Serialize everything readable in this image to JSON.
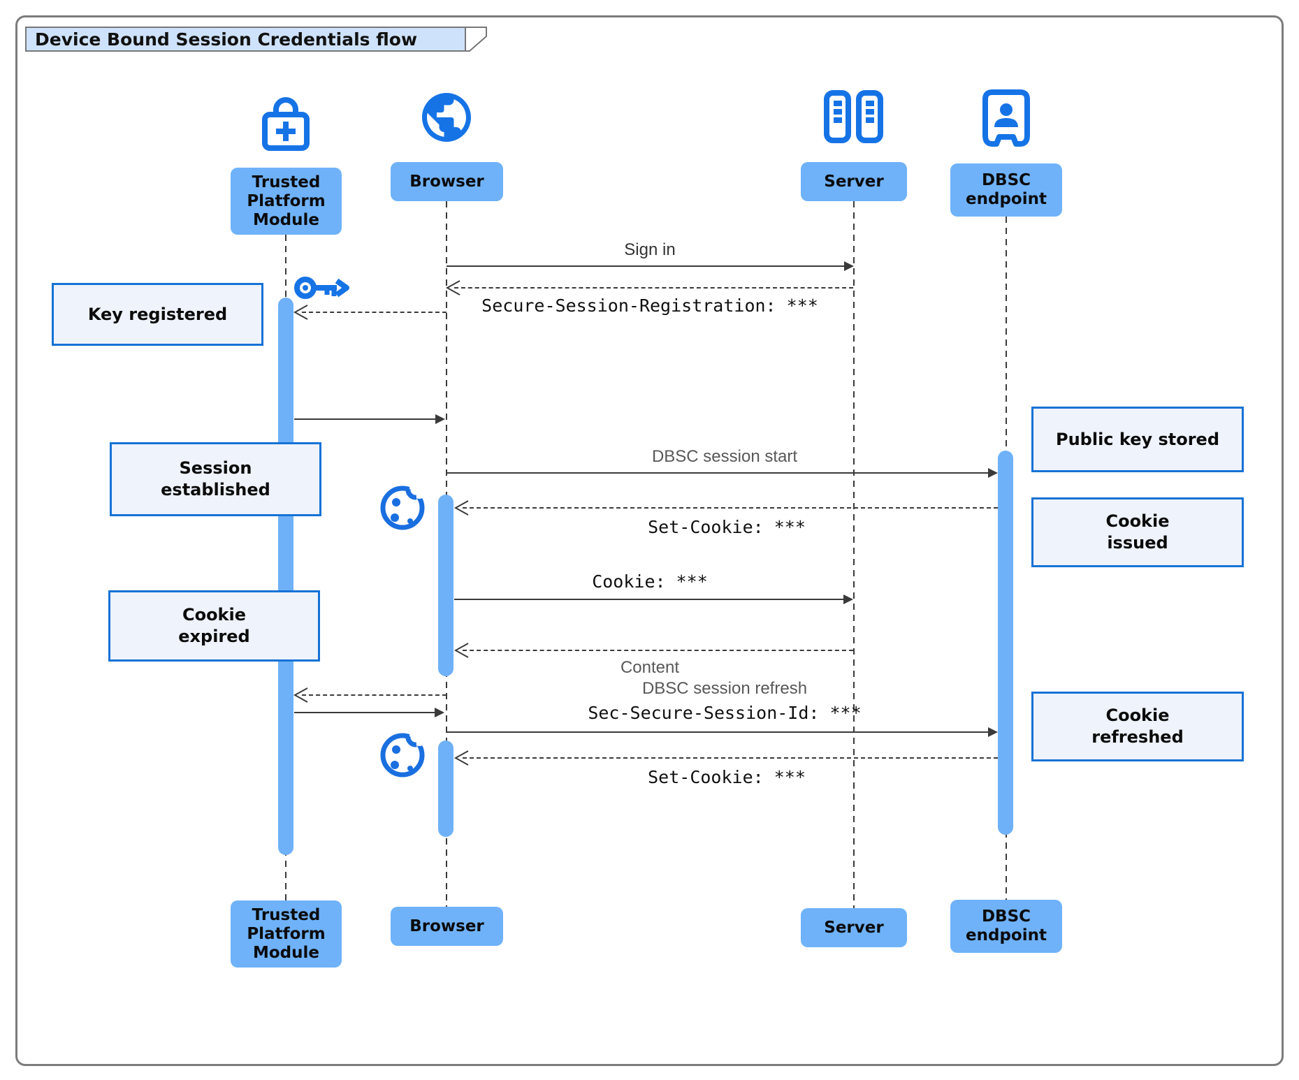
{
  "title": "Device Bound Session Credentials flow",
  "actors": {
    "tpm": "Trusted\nPlatform\nModule",
    "browser": "Browser",
    "server": "Server",
    "dbsc": "DBSC\nendpoint"
  },
  "messages": {
    "sign_in": "Sign in",
    "secure_session_registration": "Secure-Session-Registration: ***",
    "dbsc_session_start": "DBSC session start",
    "set_cookie_1": "Set-Cookie: ***",
    "cookie": "Cookie: ***",
    "content": "Content",
    "dbsc_session_refresh": "DBSC session refresh",
    "sec_secure_session_id": "Sec-Secure-Session-Id: ***",
    "set_cookie_2": "Set-Cookie: ***"
  },
  "notes": {
    "key_registered": "Key registered",
    "session_established": "Session\nestablished",
    "cookie_expired": "Cookie\nexpired",
    "public_key_stored": "Public key stored",
    "cookie_issued": "Cookie\nissued",
    "cookie_refreshed": "Cookie\nrefreshed"
  },
  "icons": {
    "tpm": "lock-plus-icon",
    "browser": "globe-icon",
    "server": "server-rack-icon",
    "dbsc": "door-person-icon",
    "key": "key-icon",
    "cookie": "cookie-icon"
  },
  "colors": {
    "icon_blue": "#1673e6",
    "actor_fill": "#6fb2fa",
    "activation_fill": "#6fb1f8",
    "note_fill": "#eef3fc",
    "note_border": "#1672d6",
    "title_fill": "#cfe2fb",
    "line": "#3a3a3a",
    "muted_label": "#585858"
  }
}
